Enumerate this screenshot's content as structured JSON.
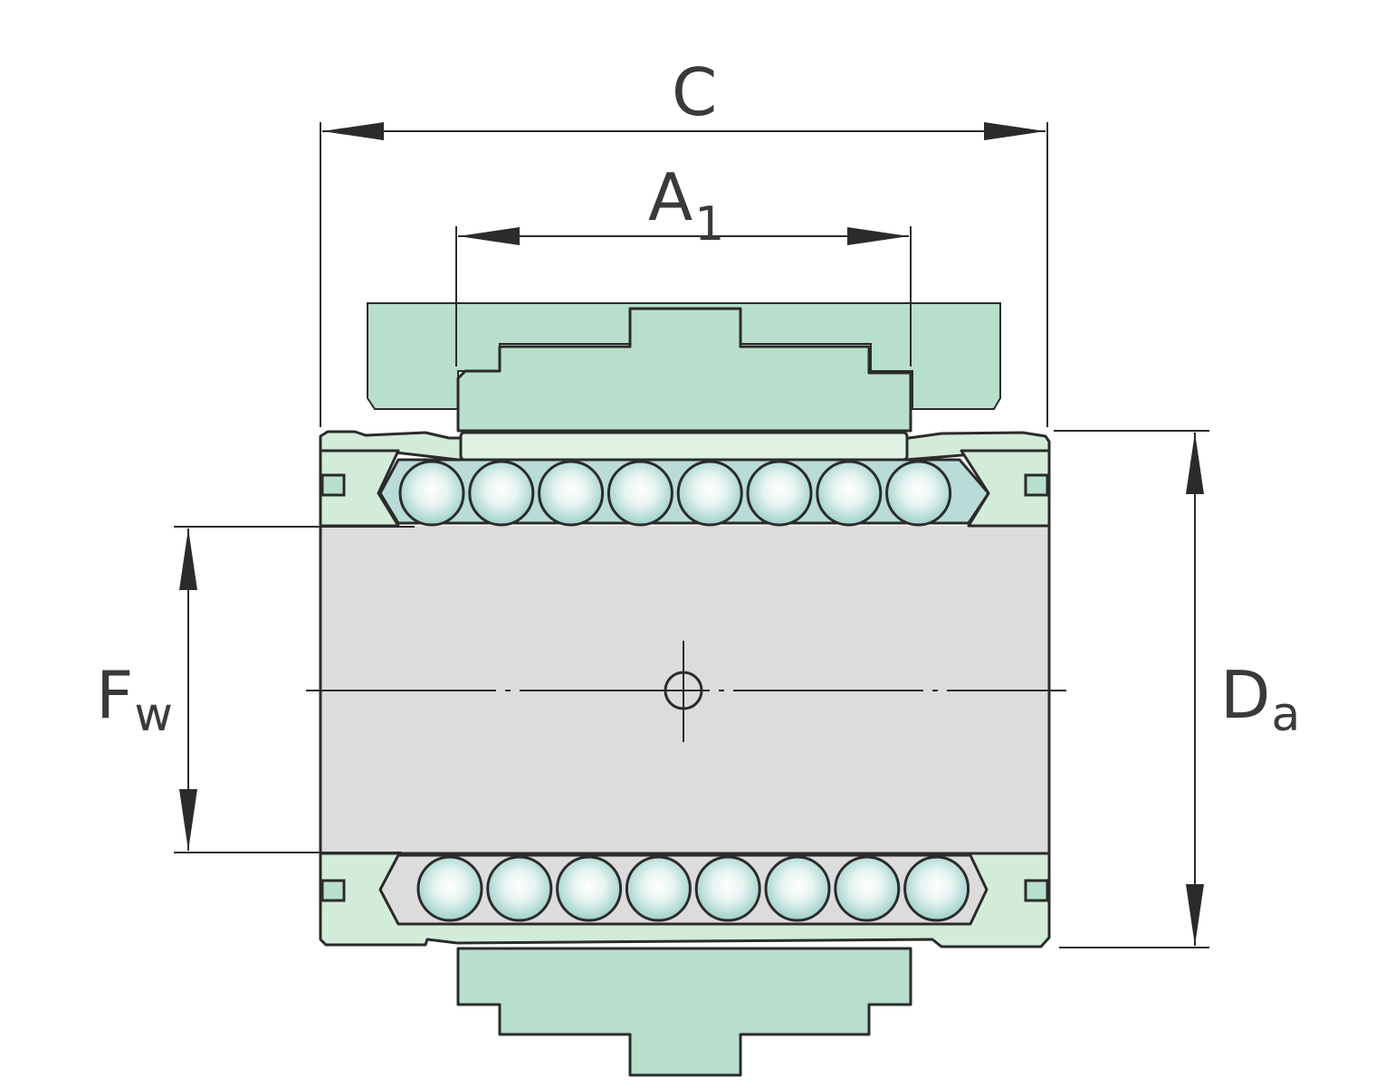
{
  "labels": {
    "c": {
      "main": "C",
      "sub": ""
    },
    "a1": {
      "main": "A",
      "sub": "1"
    },
    "fw": {
      "main": "F",
      "sub": "w"
    },
    "da": {
      "main": "D",
      "sub": "a"
    }
  },
  "colors": {
    "shell_green": "#b8dfcb",
    "light_green": "#d3ecd9",
    "pale_green": "#dff2e4",
    "shaft_gray": "#dcdcdc",
    "ball_teal": "#a8d6d0",
    "retainer_teal": "#b9dcd8",
    "outline": "#2b2b2b"
  },
  "balls": {
    "upper_row_count": 8,
    "lower_row_count": 8
  }
}
